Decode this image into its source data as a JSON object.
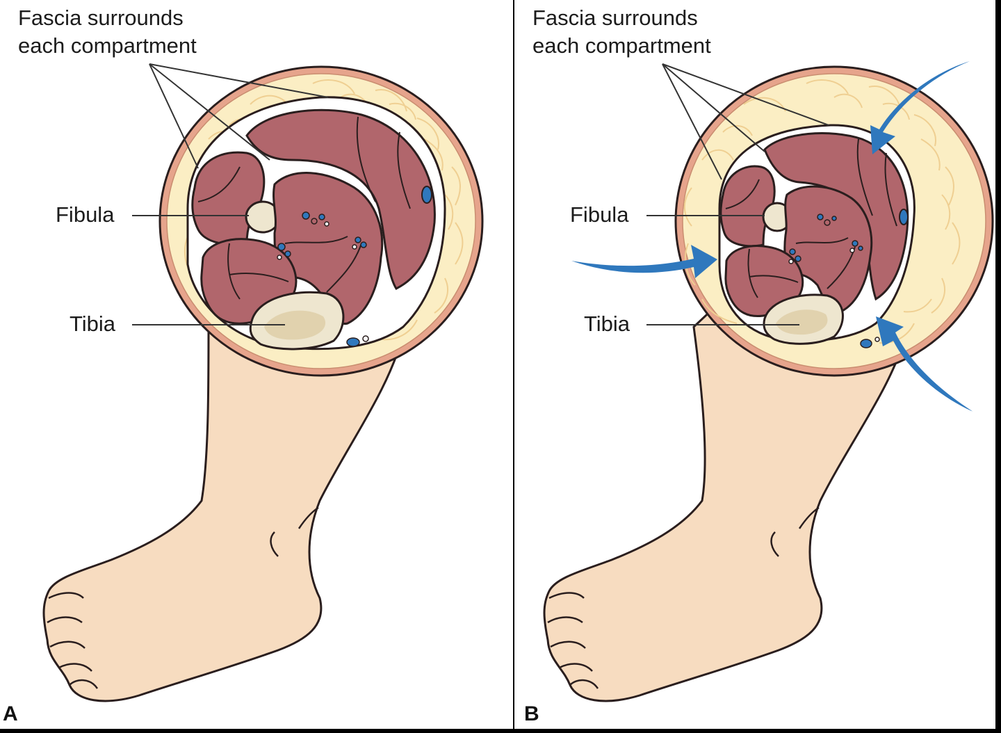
{
  "panels": [
    {
      "letter": "A",
      "fascia_label": [
        "Fascia surrounds",
        "each compartment"
      ],
      "fibula_label": "Fibula",
      "tibia_label": "Tibia"
    },
    {
      "letter": "B",
      "fascia_label": [
        "Fascia surrounds",
        "each compartment"
      ],
      "fibula_label": "Fibula",
      "tibia_label": "Tibia"
    }
  ],
  "colors": {
    "skin": "#f7dcc0",
    "subcutaneous_fat": "#fbeec4",
    "dermis_rim": "#e6a48c",
    "muscle": "#b1666c",
    "muscle_dark": "#9a4f57",
    "bone": "#eee6cf",
    "pressure_arrow": "#2f78bd",
    "vessel": "#2f78bd",
    "outline": "#2a1e1e"
  }
}
